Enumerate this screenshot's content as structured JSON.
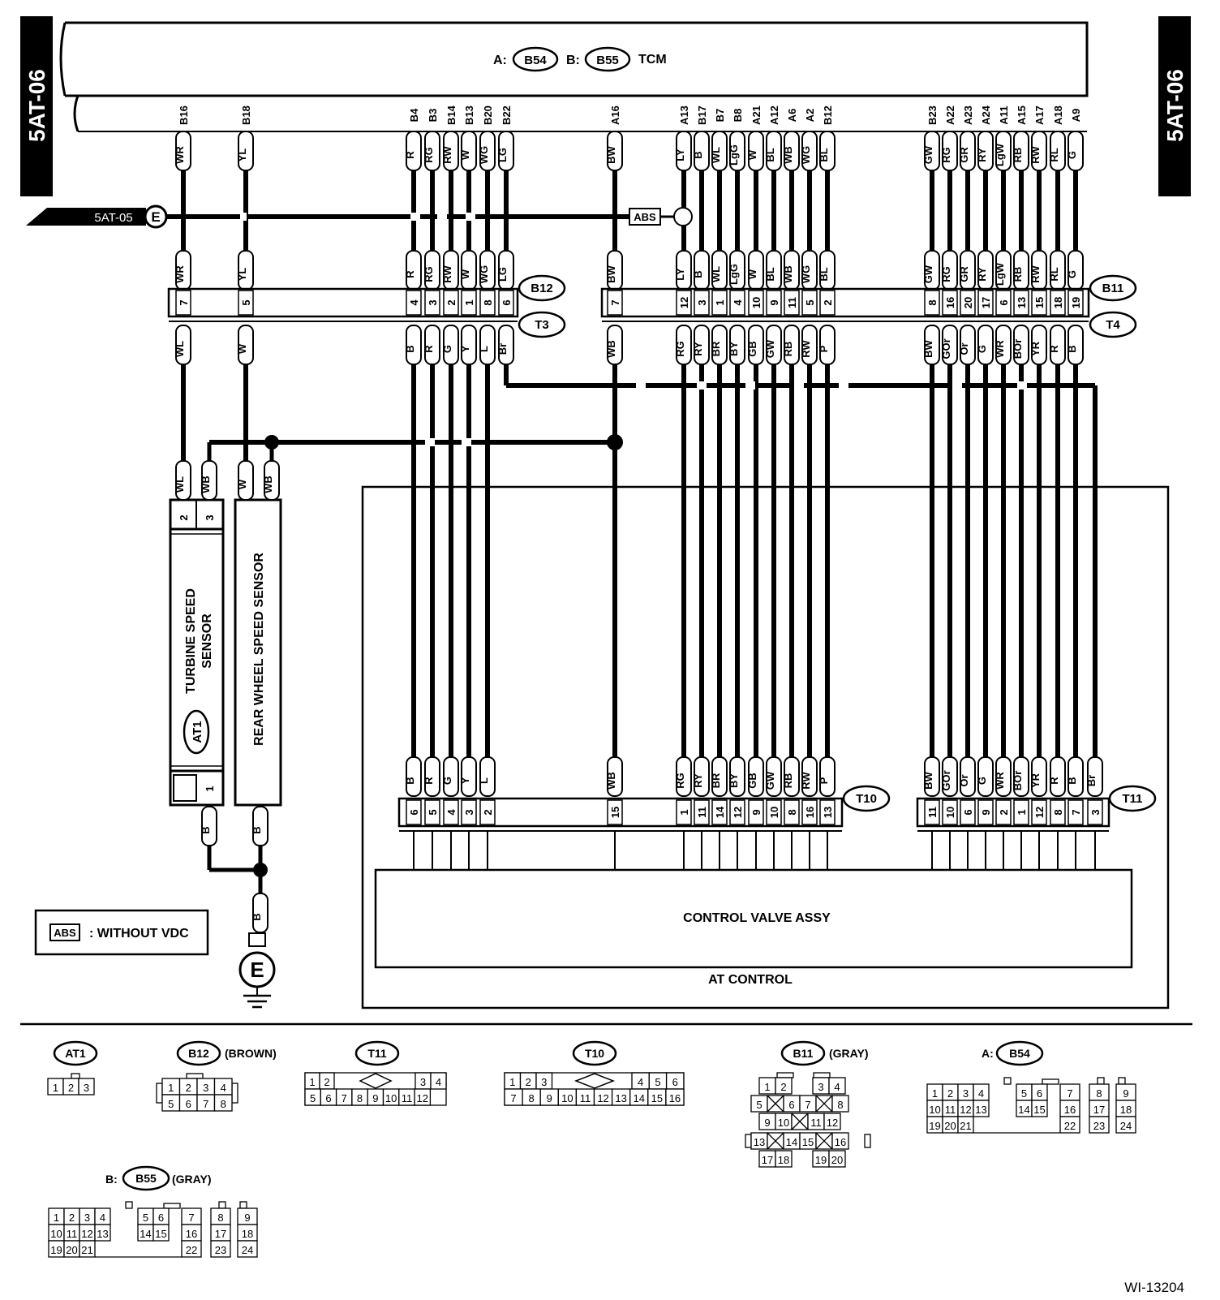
{
  "page_tags": {
    "left": "5AT-06",
    "right": "5AT-06",
    "link": "5AT-05",
    "ground": "E",
    "figure_id": "WI-13204"
  },
  "tcm": {
    "prefix_a": "A:",
    "conn_a": "B54",
    "prefix_b": "B:",
    "conn_b": "B55",
    "label": "TCM"
  },
  "abs_tag": "ABS",
  "legend": {
    "badge": "ABS",
    "text": ": WITHOUT VDC"
  },
  "labels": {
    "b12": "B12",
    "t3": "T3",
    "b11": "B11",
    "t4": "T4",
    "t10": "T10",
    "t11": "T11",
    "at1": "AT1",
    "turbine_line1": "TURBINE SPEED",
    "turbine_line2": "SENSOR",
    "rear_wheel": "REAR WHEEL SPEED SENSOR",
    "control_valve": "CONTROL VALVE ASSY",
    "at_control": "AT CONTROL"
  },
  "tcm_pins": {
    "left": [
      "B16",
      "B18"
    ],
    "group1": [
      "B4",
      "B3",
      "B14",
      "B13",
      "B20",
      "B22"
    ],
    "mid": [
      "A16"
    ],
    "group2": [
      "A13",
      "B17",
      "B7",
      "B8",
      "A21",
      "A12",
      "A6",
      "A2",
      "B12"
    ],
    "group3": [
      "B23",
      "A22",
      "A23",
      "A24",
      "A11",
      "A15",
      "A17",
      "A18",
      "A9"
    ]
  },
  "wires_upper": {
    "left": [
      "WR",
      "YL"
    ],
    "group1": [
      "R",
      "RG",
      "RW",
      "W",
      "WG",
      "LG"
    ],
    "mid": [
      "BW"
    ],
    "group2": [
      "LY",
      "B",
      "WL",
      "LgG",
      "W",
      "BL",
      "WB",
      "WG",
      "BL"
    ],
    "group3": [
      "GW",
      "RG",
      "GR",
      "RY",
      "LgW",
      "RB",
      "RW",
      "RL",
      "G"
    ]
  },
  "junction_pins": {
    "left": [
      "7",
      "5"
    ],
    "group1": [
      "4",
      "3",
      "2",
      "1",
      "8",
      "6"
    ],
    "mid": [
      "7"
    ],
    "group2": [
      "12",
      "3",
      "1",
      "4",
      "10",
      "9",
      "11",
      "5",
      "2"
    ],
    "group3": [
      "8",
      "16",
      "20",
      "17",
      "6",
      "13",
      "15",
      "18",
      "19"
    ]
  },
  "wires_lower": {
    "left": [
      "WL",
      "W"
    ],
    "group1": [
      "B",
      "R",
      "G",
      "Y",
      "L",
      "Br"
    ],
    "mid": [
      "WB"
    ],
    "group2": [
      "RG",
      "RY",
      "BR",
      "BY",
      "GB",
      "GW",
      "RB",
      "RW",
      "P"
    ],
    "group3": [
      "BW",
      "GOr",
      "Or",
      "G",
      "WR",
      "BOr",
      "YR",
      "R",
      "B"
    ]
  },
  "sensors": {
    "turbine_wires": [
      "WL",
      "WB"
    ],
    "turbine_pins": [
      "2",
      "3"
    ],
    "turbine_pin_bottom": "1",
    "rear_wires": [
      "W",
      "WB"
    ],
    "ground_wire": "B"
  },
  "t10": {
    "wires": [
      "B",
      "R",
      "G",
      "Y",
      "L",
      "WB",
      "RG",
      "RY",
      "BR",
      "BY",
      "GB",
      "GW",
      "RB",
      "RW",
      "P"
    ],
    "pins": [
      "6",
      "5",
      "4",
      "3",
      "2",
      "15",
      "1",
      "11",
      "14",
      "12",
      "9",
      "10",
      "8",
      "16",
      "13"
    ]
  },
  "t11": {
    "wires": [
      "BW",
      "GOr",
      "Or",
      "G",
      "WR",
      "BOr",
      "YR",
      "R",
      "B",
      "Br"
    ],
    "pins": [
      "11",
      "10",
      "6",
      "9",
      "2",
      "1",
      "12",
      "8",
      "7",
      "3"
    ]
  },
  "connector_views": {
    "at1": {
      "title": "AT1",
      "pins": [
        "1",
        "2",
        "3"
      ]
    },
    "b12": {
      "title": "B12",
      "note": "(BROWN)",
      "pins": [
        "1",
        "2",
        "3",
        "4",
        "5",
        "6",
        "7",
        "8"
      ]
    },
    "t11": {
      "title": "T11",
      "pins": [
        "1",
        "2",
        "3",
        "4",
        "5",
        "6",
        "7",
        "8",
        "9",
        "10",
        "11",
        "12"
      ]
    },
    "t10": {
      "title": "T10",
      "pins": [
        "1",
        "2",
        "3",
        "4",
        "5",
        "6",
        "7",
        "8",
        "9",
        "10",
        "11",
        "12",
        "13",
        "14",
        "15",
        "16"
      ]
    },
    "b11": {
      "title": "B11",
      "note": "(GRAY)",
      "pins": [
        "1",
        "2",
        "3",
        "4",
        "5",
        "6",
        "7",
        "8",
        "9",
        "10",
        "11",
        "12",
        "13",
        "14",
        "15",
        "16",
        "17",
        "18",
        "19",
        "20"
      ]
    },
    "b54": {
      "prefix": "A:",
      "title": "B54",
      "pins": [
        "1",
        "2",
        "3",
        "4",
        "5",
        "6",
        "7",
        "8",
        "9",
        "10",
        "11",
        "12",
        "13",
        "14",
        "15",
        "16",
        "17",
        "18",
        "19",
        "20",
        "21",
        "22",
        "23",
        "24"
      ]
    },
    "b55": {
      "prefix": "B:",
      "title": "B55",
      "note": "(GRAY)",
      "pins": [
        "1",
        "2",
        "3",
        "4",
        "5",
        "6",
        "7",
        "8",
        "9",
        "10",
        "11",
        "12",
        "13",
        "14",
        "15",
        "16",
        "17",
        "18",
        "19",
        "20",
        "21",
        "22",
        "23",
        "24"
      ]
    }
  }
}
